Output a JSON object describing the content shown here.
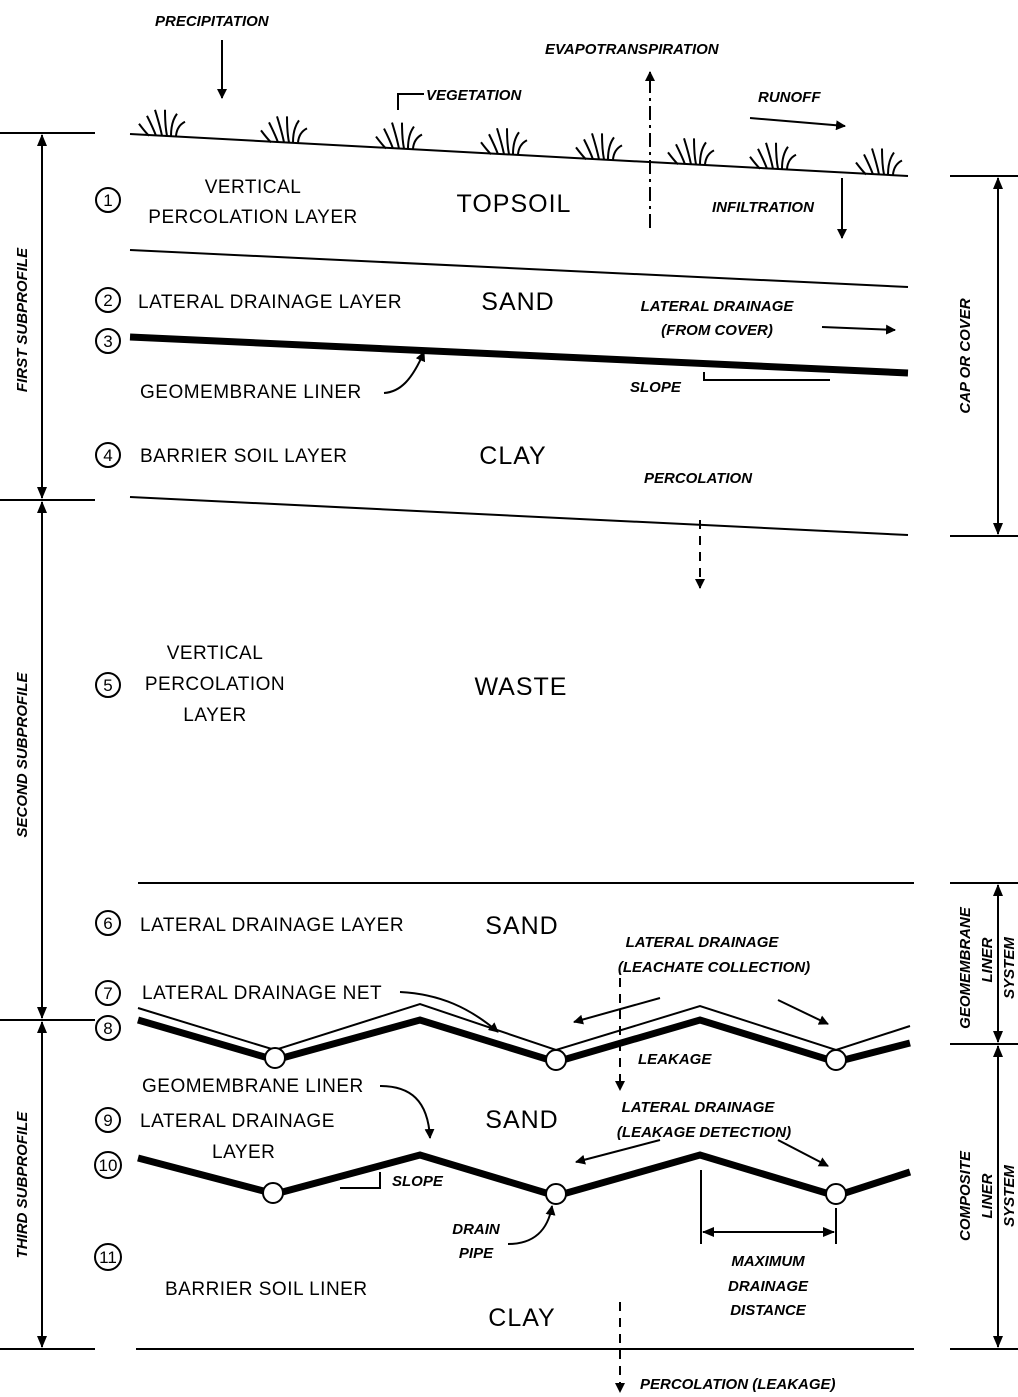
{
  "flows": {
    "precipitation": "PRECIPITATION",
    "evapotranspiration": "EVAPOTRANSPIRATION",
    "vegetation": "VEGETATION",
    "runoff": "RUNOFF",
    "infiltration": "INFILTRATION",
    "lateral_drainage_cover_1": "LATERAL DRAINAGE",
    "lateral_drainage_cover_2": "(FROM COVER)",
    "slope": "SLOPE",
    "percolation": "PERCOLATION",
    "lateral_drainage_leachate_1": "LATERAL DRAINAGE",
    "lateral_drainage_leachate_2": "(LEACHATE COLLECTION)",
    "leakage": "LEAKAGE",
    "lateral_drainage_detect_1": "LATERAL DRAINAGE",
    "lateral_drainage_detect_2": "(LEAKAGE DETECTION)",
    "slope_lower": "SLOPE",
    "drain_pipe_1": "DRAIN",
    "drain_pipe_2": "PIPE",
    "max_dist_1": "MAXIMUM",
    "max_dist_2": "DRAINAGE",
    "max_dist_3": "DISTANCE",
    "percolation_leakage": "PERCOLATION (LEAKAGE)"
  },
  "layers": {
    "n1": "1",
    "vertical_percolation_1": "VERTICAL",
    "vertical_percolation_2": "PERCOLATION LAYER",
    "topsoil": "TOPSOIL",
    "n2": "2",
    "lateral_drainage_layer_top": "LATERAL DRAINAGE LAYER",
    "sand_top": "SAND",
    "n3": "3",
    "geomembrane_liner_top": "GEOMEMBRANE LINER",
    "n4": "4",
    "barrier_soil_layer": "BARRIER SOIL LAYER",
    "clay_top": "CLAY",
    "n5": "5",
    "vertical_5_1": "VERTICAL",
    "vertical_5_2": "PERCOLATION",
    "vertical_5_3": "LAYER",
    "waste": "WASTE",
    "n6": "6",
    "lateral_drainage_layer_6": "LATERAL DRAINAGE LAYER",
    "sand_6": "SAND",
    "n7": "7",
    "lateral_drainage_net": "LATERAL DRAINAGE NET",
    "n8": "8",
    "geomembrane_liner_8": "GEOMEMBRANE LINER",
    "n9": "9",
    "lateral_drainage_9_1": "LATERAL DRAINAGE",
    "lateral_drainage_9_2": "LAYER",
    "sand_9": "SAND",
    "n10": "10",
    "n11": "11",
    "barrier_soil_liner": "BARRIER SOIL LINER",
    "clay_bottom": "CLAY"
  },
  "side_labels": {
    "first_subprofile": "FIRST SUBPROFILE",
    "second_subprofile": "SECOND SUBPROFILE",
    "third_subprofile": "THIRD SUBPROFILE",
    "cap_or_cover": "CAP OR COVER",
    "geomembrane_liner_system_1": "GEOMEMBRANE",
    "geomembrane_liner_system_2": "LINER",
    "geomembrane_liner_system_3": "SYSTEM",
    "composite_liner_system_1": "COMPOSITE",
    "composite_liner_system_2": "LINER",
    "composite_liner_system_3": "SYSTEM"
  }
}
